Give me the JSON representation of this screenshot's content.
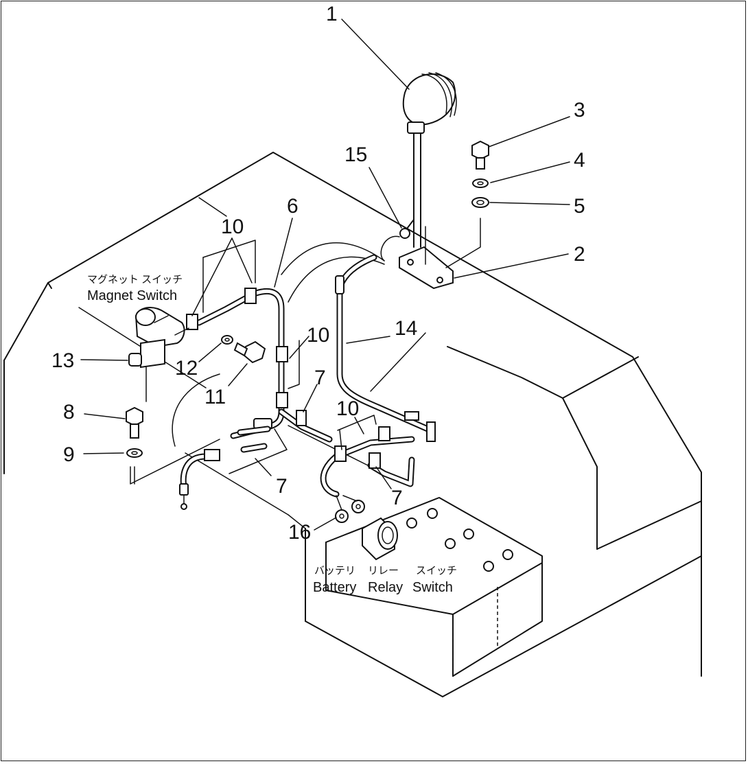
{
  "callouts": [
    "1",
    "2",
    "3",
    "4",
    "5",
    "6",
    "7",
    "8",
    "9",
    "10",
    "11",
    "12",
    "13",
    "14",
    "15",
    "16"
  ],
  "callouts_repeat": {
    "label_7": "7",
    "label_10": "10"
  },
  "captions": {
    "magnet_switch_jp": "マグネット スイッチ",
    "magnet_switch_en": "Magnet Switch",
    "battery_relay_jp_1": "バッテリ",
    "battery_relay_jp_2": "リレー",
    "battery_relay_jp_3": "スイッチ",
    "battery_relay_en_1": "Battery",
    "battery_relay_en_2": "Relay",
    "battery_relay_en_3": "Switch"
  }
}
